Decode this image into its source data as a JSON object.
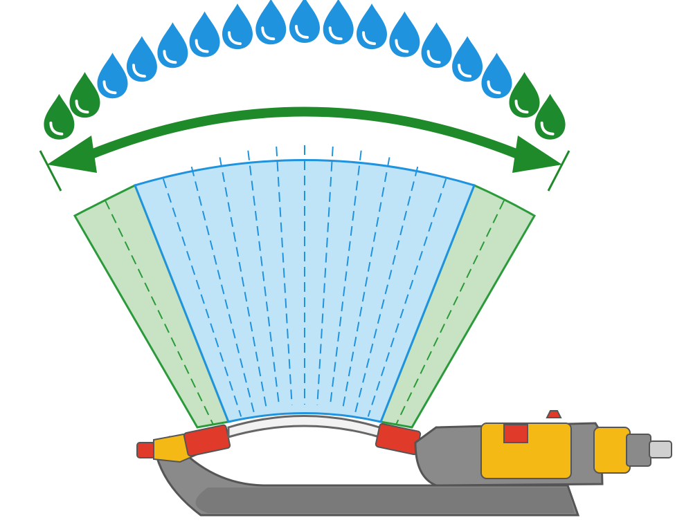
{
  "colors": {
    "background": "#ffffff",
    "blue_drop": "#1f93dd",
    "green_drop": "#1e8a2e",
    "drop_highlight": "#ffffff",
    "arrow": "#1f8a2a",
    "spray_blue_fill": "#bfe3f7",
    "spray_blue_line": "#1f93dd",
    "spray_green_fill": "#c7e3c3",
    "spray_green_line": "#2a9a3a",
    "sprinkler_grey": "#8a8a8a",
    "sprinkler_dark": "#555555",
    "sprinkler_yellow": "#f5b916",
    "sprinkler_red": "#e03a2a",
    "tube_white": "#f2f2f2"
  },
  "drops": [
    {
      "color": "green"
    },
    {
      "color": "green"
    },
    {
      "color": "blue"
    },
    {
      "color": "blue"
    },
    {
      "color": "blue"
    },
    {
      "color": "blue"
    },
    {
      "color": "blue"
    },
    {
      "color": "blue"
    },
    {
      "color": "blue"
    },
    {
      "color": "blue"
    },
    {
      "color": "blue"
    },
    {
      "color": "blue"
    },
    {
      "color": "blue"
    },
    {
      "color": "blue"
    },
    {
      "color": "blue"
    },
    {
      "color": "green"
    },
    {
      "color": "green"
    }
  ],
  "spray": {
    "blue_segments": 12,
    "green_segments_per_side": 2
  },
  "icons": {
    "drop": "water-drop-icon",
    "arrow": "double-arrow-icon",
    "sprinkler": "oscillating-sprinkler-icon"
  }
}
